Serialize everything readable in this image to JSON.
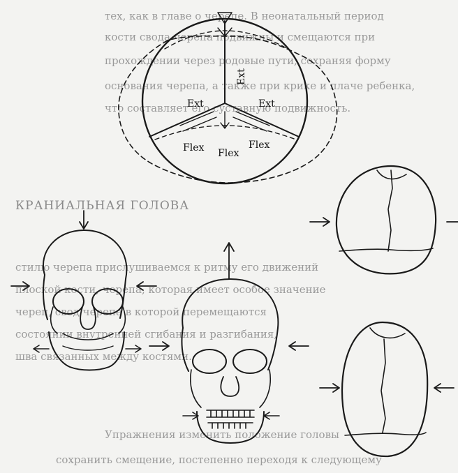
{
  "background_text": {
    "top_lines": [
      "тех, как в главе о череп­е. В неонатальный период",
      "кости свода черепа подвижны и смещаются при",
      "прохождении через родовые пути, сохраняя форму",
      "основания черепа, а также при крике и плаче ребенка,",
      "что составляет его суставную подвижность."
    ],
    "section_heading": "КРАНИАЛЬНАЯ ГОЛОВА",
    "middle_lines": [
      "стилю черепа прислушиваемся к ритму его движений",
      "плоской кости, черепа, которая имеет особое значение",
      "череп, свод черепа в которой перемещаются",
      "состоянии внутренней сгибания и разгибания,",
      "шва связанных между костями."
    ],
    "bottom_lines": [
      "Упражнения изменить положение головы",
      "сохранить смещение, постепенно переходя к следующему"
    ]
  },
  "diagram_labels": {
    "ext_vertical": "Ext",
    "ext_left": "Ext",
    "ext_right": "Ext",
    "flex_left": "Flex",
    "flex_center": "Flex",
    "flex_right": "Flex"
  }
}
